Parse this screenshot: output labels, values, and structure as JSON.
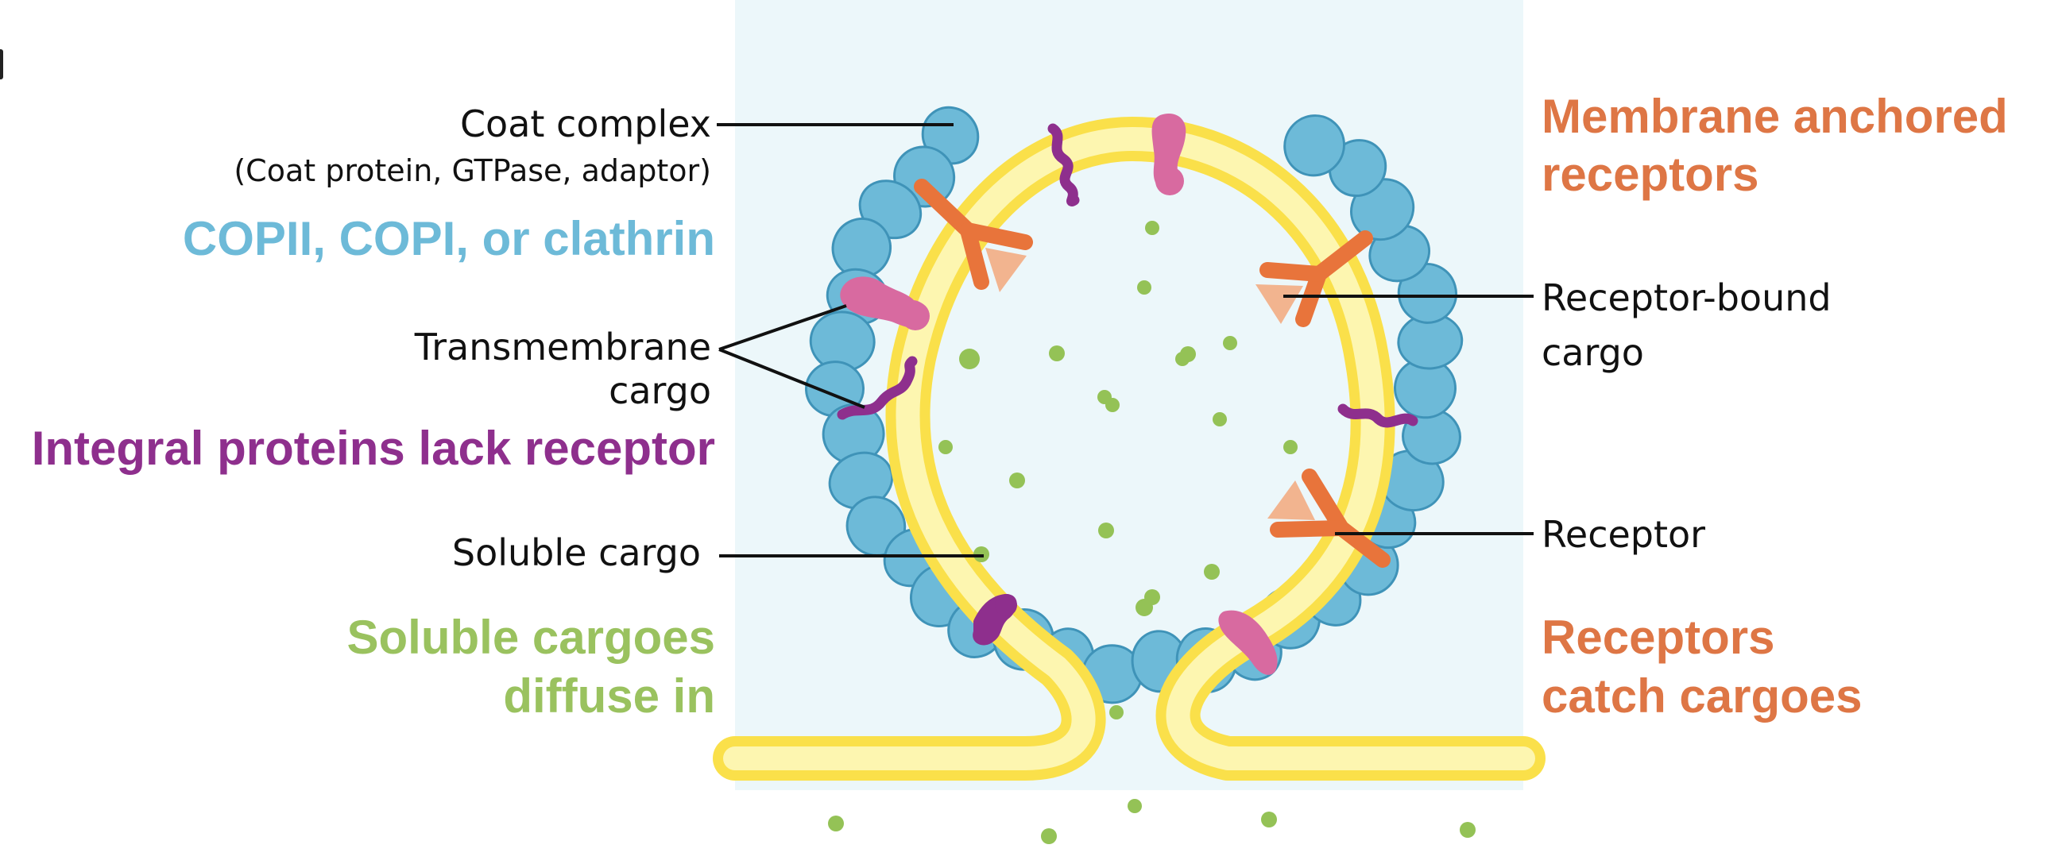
{
  "labels": {
    "coat_complex": "Coat complex",
    "coat_components": "(Coat protein, GTPase, adaptor)",
    "transmembrane_line1": "Transmembrane",
    "transmembrane_line2": "cargo",
    "soluble_cargo": "Soluble cargo",
    "receptor_bound_line1": "Receptor-bound",
    "receptor_bound_line2": "cargo",
    "receptor": "Receptor"
  },
  "headings": {
    "coat_types": "COPII, COPI, or clathrin",
    "integral_proteins": "Integral proteins lack receptor",
    "soluble_line1": "Soluble cargoes",
    "soluble_line2": "diffuse in",
    "membrane_anchored_line1": "Membrane anchored",
    "membrane_anchored_line2": "receptors",
    "receptors_catch_line1": "Receptors",
    "receptors_catch_line2": "catch cargoes"
  },
  "colors": {
    "coat_blue": "#6dbad8",
    "coat_outline": "#3f93b8",
    "membrane_yellow": "#fae04a",
    "membrane_inner": "#fdf6b0",
    "lumen_bg": "#ecf7fa",
    "receptor_orange": "#e8743b",
    "cargo_peach": "#f2b48f",
    "integral_purple": "#8e2f8d",
    "transmembrane_pink": "#d86aa0",
    "soluble_green": "#94c256",
    "heading_blue": "#6dbad8",
    "heading_purple": "#8e2f8d",
    "heading_green": "#9ac25f",
    "heading_orange": "#de7645"
  }
}
